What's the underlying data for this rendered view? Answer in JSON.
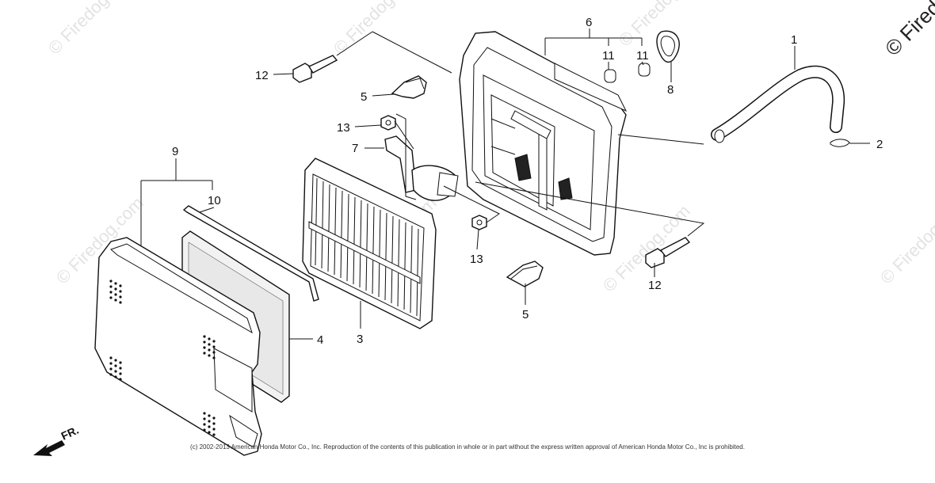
{
  "watermarks": {
    "text": "© Firedog.com",
    "corner_text": "© Firedog.com"
  },
  "copyright": "(c) 2002-2013 American Honda Motor Co., Inc. Reproduction of the contents of this publication in whole or in part without the express written approval of American Honda Motor Co., Inc is prohibited.",
  "direction_marker": "FR.",
  "callouts": {
    "c1": "1",
    "c2": "2",
    "c3": "3",
    "c4": "4",
    "c5a": "5",
    "c5b": "5",
    "c6": "6",
    "c7": "7",
    "c8": "8",
    "c9": "9",
    "c10": "10",
    "c11a": "11",
    "c11b": "11",
    "c12a": "12",
    "c12b": "12",
    "c13a": "13",
    "c13b": "13"
  }
}
